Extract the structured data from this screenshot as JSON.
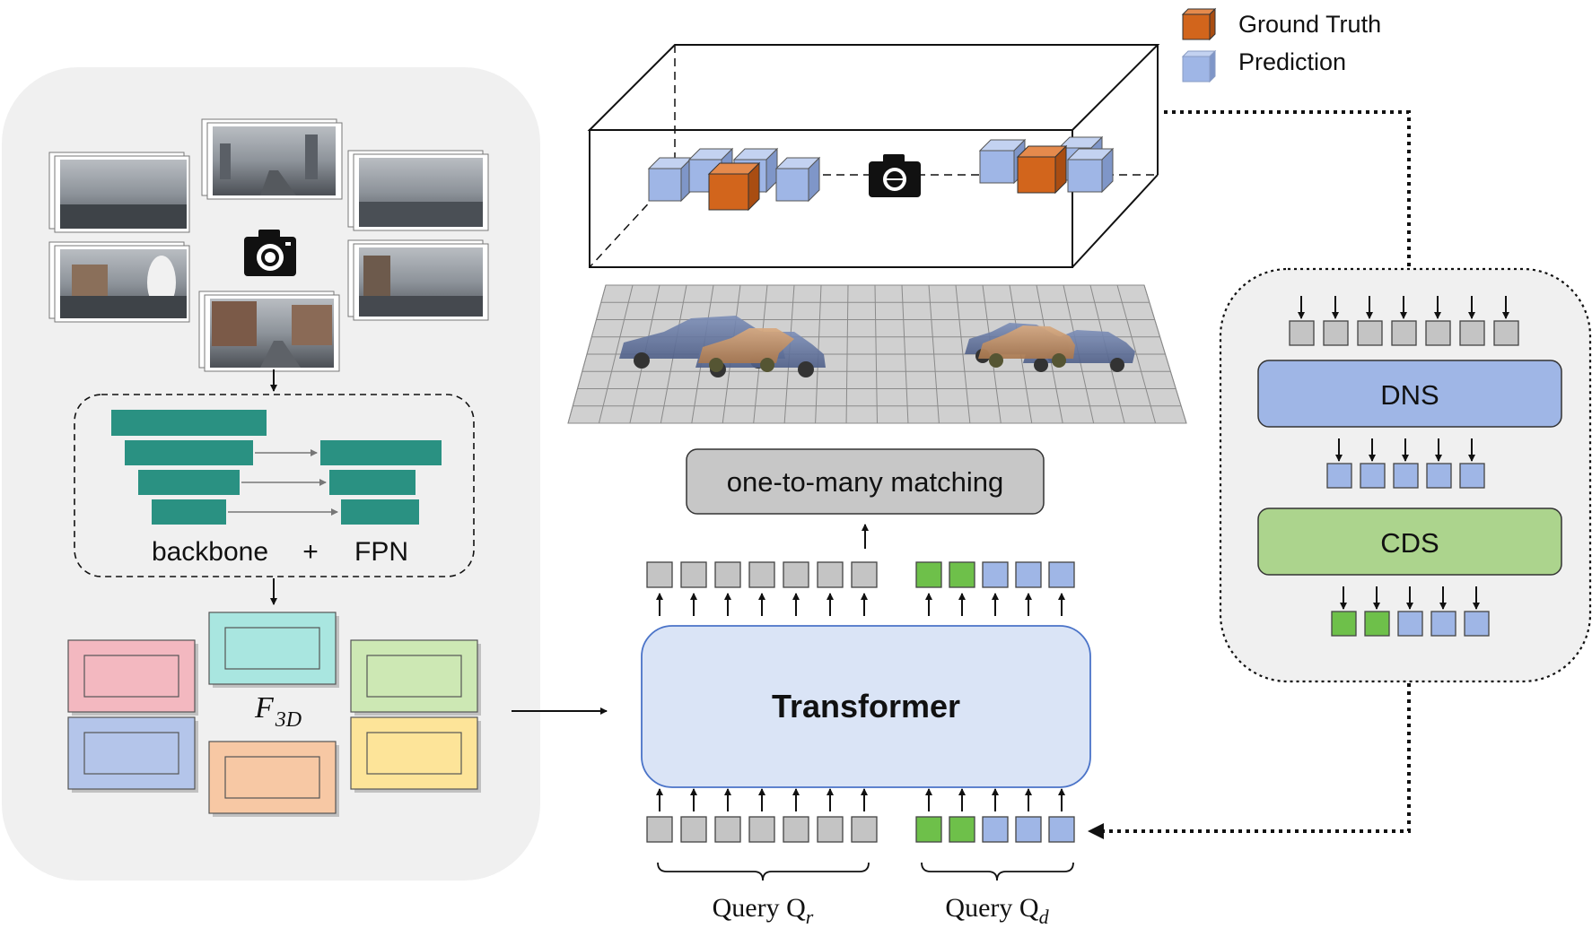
{
  "legend": {
    "ground_truth": "Ground Truth",
    "prediction": "Prediction",
    "colors": {
      "ground_truth": "#d2651c",
      "prediction": "#9fb6e6"
    }
  },
  "encoder": {
    "backbone": "backbone",
    "plus": "+",
    "fpn": "FPN",
    "feature_main": "F",
    "feature_sub": "3D"
  },
  "matching": {
    "label": "one-to-many matching"
  },
  "transformer": {
    "label": "Transformer"
  },
  "queries": {
    "regular_main": "Query Q",
    "regular_sub": "r",
    "denoise_main": "Query Q",
    "denoise_sub": "d"
  },
  "denoise_panel": {
    "dns": "DNS",
    "cds": "CDS"
  },
  "colors": {
    "gray_token": "#c4c4c4",
    "blue_token": "#9fb6e6",
    "green_token": "#6ec04a",
    "panel_bg": "#f0f0f0",
    "fpn_teal": "#2a9182",
    "transformer_fill": "#dae4f6",
    "dns_fill": "#9fb6e6",
    "cds_fill": "#acd48d",
    "matching_fill": "#c7c7c7"
  }
}
